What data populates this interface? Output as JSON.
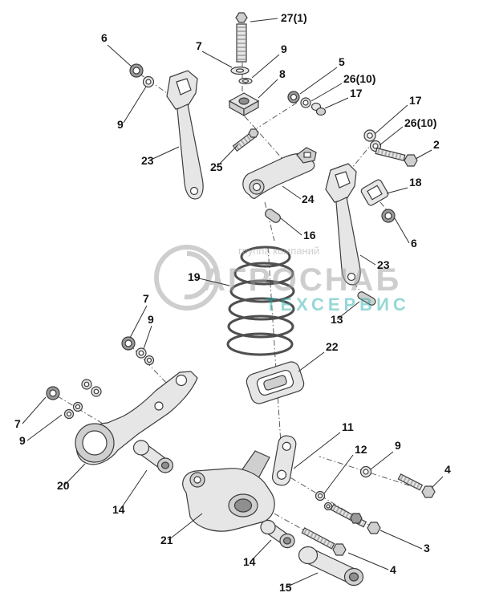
{
  "diagram": {
    "watermark": {
      "line1": "группа компаний",
      "line2": "АГРОСНАБ",
      "line3": "ТЕХСЕРВИС"
    },
    "labels": [
      {
        "part": "27-1",
        "text": "27(1)"
      },
      {
        "part": "6-top-left",
        "text": "6"
      },
      {
        "part": "7-top",
        "text": "7"
      },
      {
        "part": "9-top",
        "text": "9"
      },
      {
        "part": "8",
        "text": "8"
      },
      {
        "part": "5",
        "text": "5"
      },
      {
        "part": "26-10-upper",
        "text": "26(10)"
      },
      {
        "part": "17-upper",
        "text": "17"
      },
      {
        "part": "9-left",
        "text": "9"
      },
      {
        "part": "17-right",
        "text": "17"
      },
      {
        "part": "26-10-right",
        "text": "26(10)"
      },
      {
        "part": "2",
        "text": "2"
      },
      {
        "part": "23-left",
        "text": "23"
      },
      {
        "part": "25",
        "text": "25"
      },
      {
        "part": "24",
        "text": "24"
      },
      {
        "part": "18",
        "text": "18"
      },
      {
        "part": "16",
        "text": "16"
      },
      {
        "part": "6-right",
        "text": "6"
      },
      {
        "part": "23-right",
        "text": "23"
      },
      {
        "part": "19",
        "text": "19"
      },
      {
        "part": "13",
        "text": "13"
      },
      {
        "part": "7-mid-left",
        "text": "7"
      },
      {
        "part": "9-mid-left",
        "text": "9"
      },
      {
        "part": "22",
        "text": "22"
      },
      {
        "part": "7-lower-left",
        "text": "7"
      },
      {
        "part": "9-lower-left",
        "text": "9"
      },
      {
        "part": "11",
        "text": "11"
      },
      {
        "part": "12",
        "text": "12"
      },
      {
        "part": "9-bottom-right",
        "text": "9"
      },
      {
        "part": "4-right",
        "text": "4"
      },
      {
        "part": "20",
        "text": "20"
      },
      {
        "part": "14-upper",
        "text": "14"
      },
      {
        "part": "21",
        "text": "21"
      },
      {
        "part": "3",
        "text": "3"
      },
      {
        "part": "14-lower",
        "text": "14"
      },
      {
        "part": "4-bottom",
        "text": "4"
      },
      {
        "part": "15",
        "text": "15"
      }
    ]
  },
  "colors": {
    "line": "#3c3c3c",
    "watermark_gray": "#9f9f9f",
    "watermark_teal": "#2fb3ae"
  }
}
